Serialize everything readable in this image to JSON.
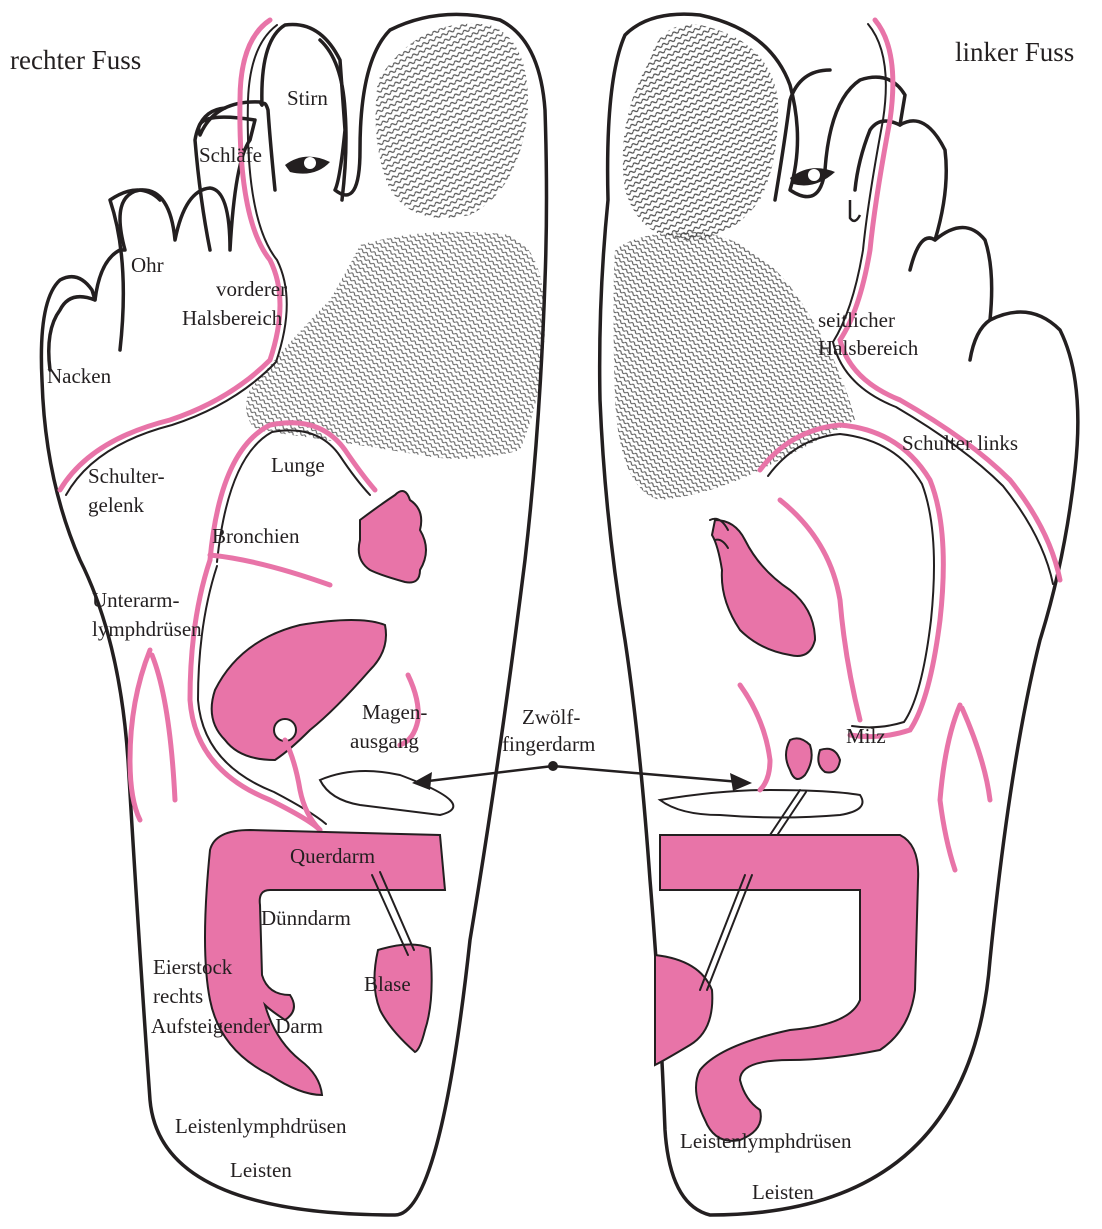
{
  "titles": {
    "right_foot": "rechter Fuss",
    "left_foot": "linker Fuss"
  },
  "labels": {
    "stirn": "Stirn",
    "schlaefe": "Schläfe",
    "ohr": "Ohr",
    "vorderer_hals_1": "vorderer",
    "vorderer_hals_2": "Halsbereich",
    "nacken": "Nacken",
    "schultergelenk_1": "Schulter-",
    "schultergelenk_2": "gelenk",
    "lunge": "Lunge",
    "bronchien": "Bronchien",
    "unterarm_1": "Unterarm-",
    "unterarm_2": "lymphdrüsen",
    "magen_1": "Magen-",
    "magen_2": "ausgang",
    "zwoelf_1": "Zwölf-",
    "zwoelf_2": "fingerdarm",
    "querdarm": "Querdarm",
    "duenndarm": "Dünndarm",
    "eierstock_1": "Eierstock",
    "eierstock_2": "rechts",
    "blase": "Blase",
    "aufsteigend": "Aufsteigender Darm",
    "leisten_lymph_r": "Leistenlymphdrüsen",
    "leisten_r": "Leisten",
    "seitlicher_1": "seitlicher",
    "seitlicher_2": "Halsbereich",
    "schulter_links": "Schulter links",
    "milz": "Milz",
    "leisten_lymph_l": "Leistenlymphdrüsen",
    "leisten_l": "Leisten"
  },
  "colors": {
    "zone_fill": "#e874a8",
    "outline": "#231f20",
    "fingerprint": "#3a3a3a"
  }
}
